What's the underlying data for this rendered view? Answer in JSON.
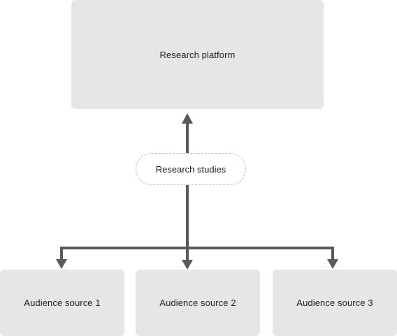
{
  "diagram": {
    "platform_label": "Research platform",
    "connector_label": "Research studies",
    "sources": [
      {
        "label": "Audience source 1"
      },
      {
        "label": "Audience source 2"
      },
      {
        "label": "Audience source 3"
      }
    ],
    "colors": {
      "box_fill": "#e6e6e6",
      "connector": "#595959",
      "pill_border": "#bdbdbd",
      "text": "#1f1f1f"
    }
  }
}
